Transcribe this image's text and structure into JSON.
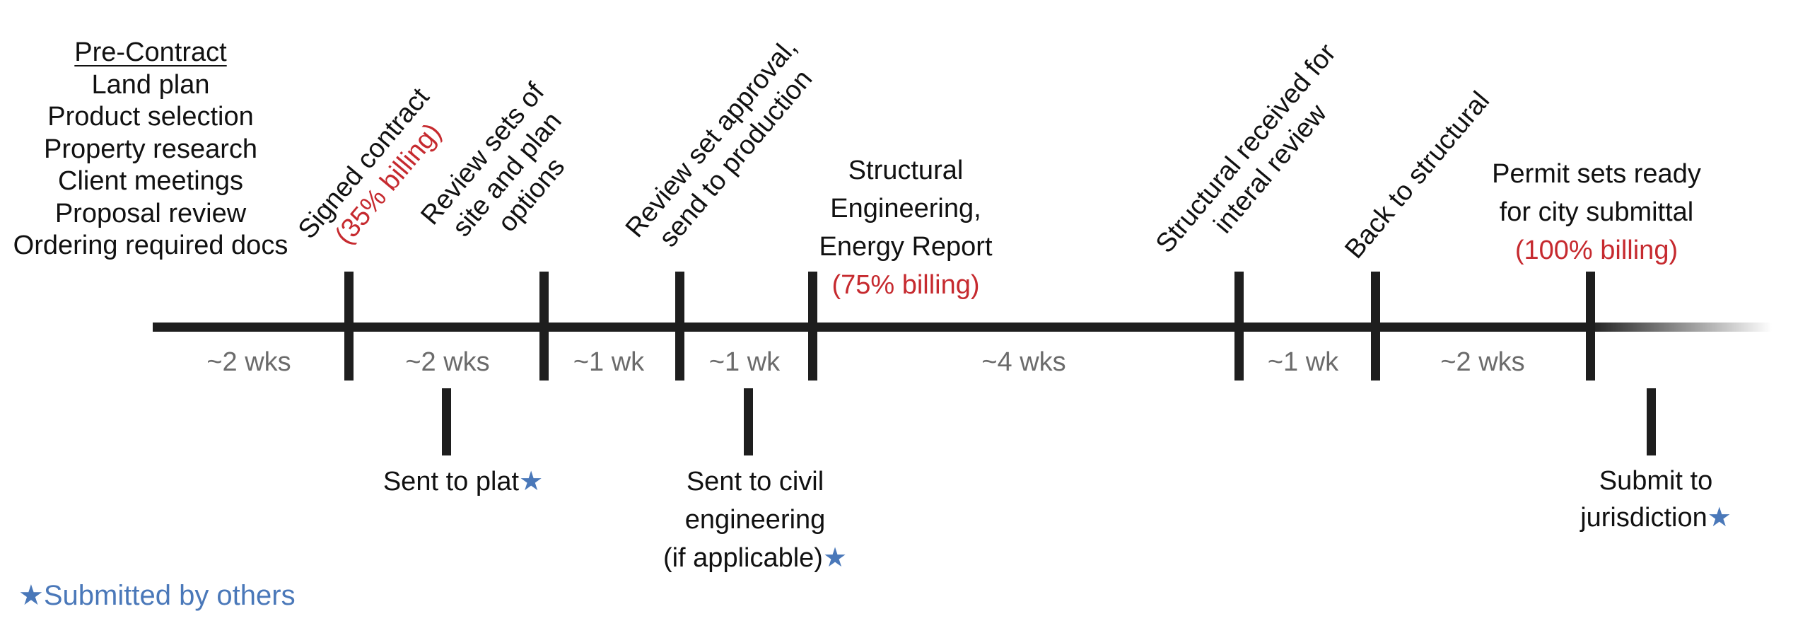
{
  "pre_contract": {
    "title": "Pre-Contract",
    "items": [
      "Land plan",
      "Product selection",
      "Property research",
      "Client meetings",
      "Proposal review",
      "Ordering required docs"
    ]
  },
  "milestones": [
    {
      "lines": [
        "Signed contract"
      ],
      "billing": "(35% billing)"
    },
    {
      "lines": [
        "Review sets of",
        "site and plan",
        "options"
      ],
      "billing": null
    },
    {
      "lines": [
        "Review set approval,",
        "send to production"
      ],
      "billing": null
    },
    {
      "lines": [
        "Structural",
        "Engineering,",
        "Energy Report"
      ],
      "billing": "(75% billing)"
    },
    {
      "lines": [
        "Structural received for",
        "interal review"
      ],
      "billing": null
    },
    {
      "lines": [
        "Back to structural"
      ],
      "billing": null
    },
    {
      "lines": [
        "Permit sets ready",
        "for city submittal"
      ],
      "billing": "(100% billing)"
    }
  ],
  "durations": [
    "~2 wks",
    "~2 wks",
    "~1 wk",
    "~1 wk",
    "~4 wks",
    "~1 wk",
    "~2 wks"
  ],
  "sub_events": [
    {
      "lines": [
        "Sent to plat"
      ],
      "submitted_by_others": true
    },
    {
      "lines": [
        "Sent to civil",
        "engineering",
        "(if applicable)"
      ],
      "submitted_by_others": true
    },
    {
      "lines": [
        "Submit to",
        "jurisdiction"
      ],
      "submitted_by_others": true
    }
  ],
  "legend": {
    "icon": "star-icon",
    "symbol": "★",
    "label": "Submitted by others"
  },
  "colors": {
    "line": "#1e1e1e",
    "billing": "#c62a2f",
    "duration": "#6b6b6b",
    "star": "#4a78b9"
  }
}
